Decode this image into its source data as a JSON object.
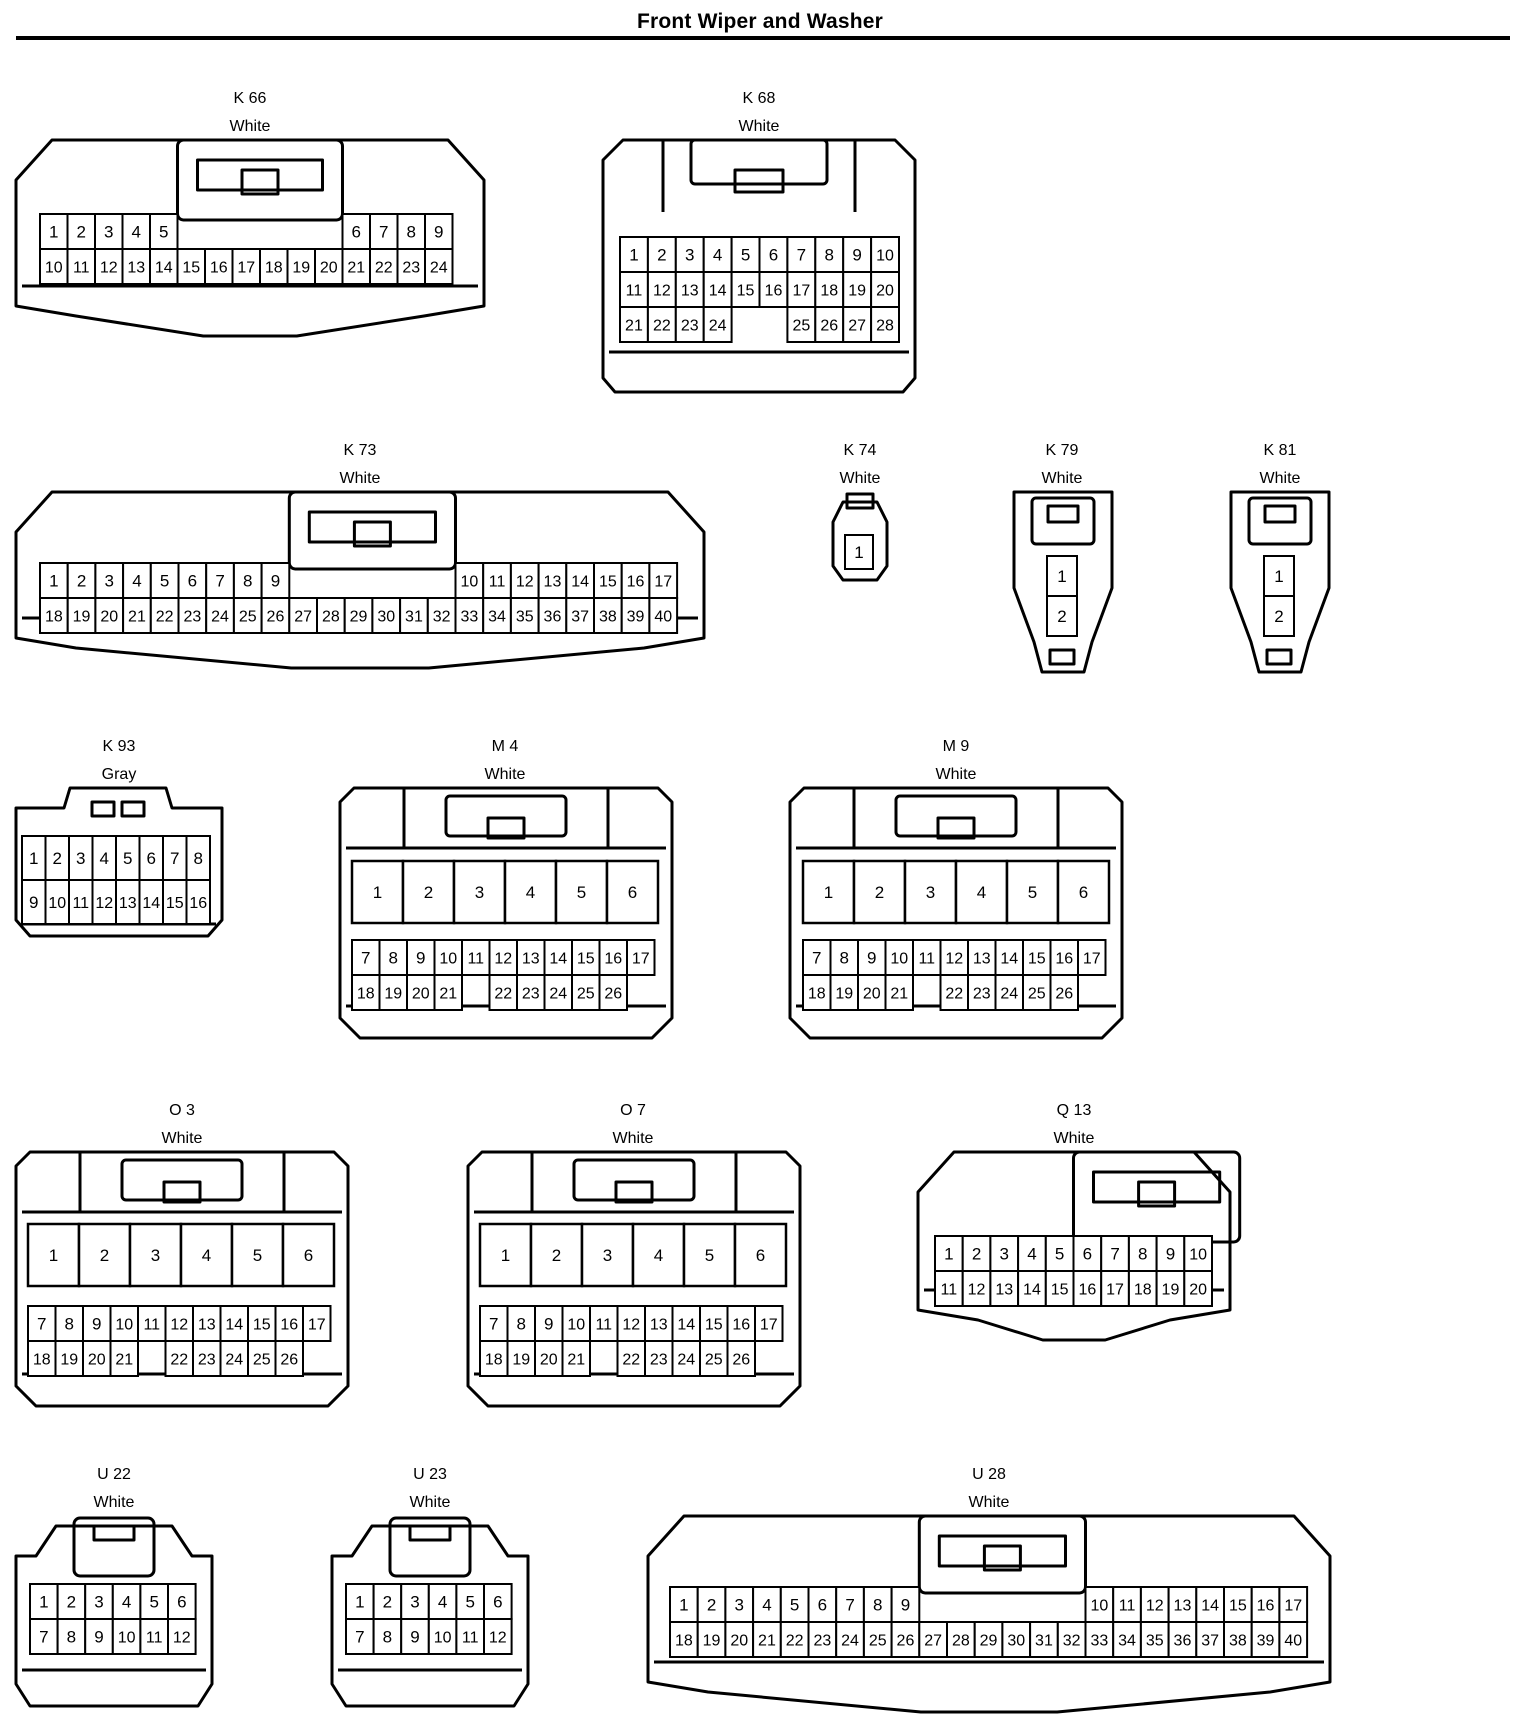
{
  "title": "Front Wiper and Washer",
  "connectors": [
    {
      "id": "K 66",
      "color": "White",
      "rows": [
        [
          "1",
          "2",
          "3",
          "4",
          "5",
          null,
          null,
          null,
          null,
          null,
          null,
          "6",
          "7",
          "8",
          "9"
        ],
        [
          "10",
          "11",
          "12",
          "13",
          "14",
          "15",
          "16",
          "17",
          "18",
          "19",
          "20",
          "21",
          "22",
          "23",
          "24"
        ]
      ]
    },
    {
      "id": "K 68",
      "color": "White",
      "rows": [
        [
          "1",
          "2",
          "3",
          "4",
          "5",
          "6",
          "7",
          "8",
          "9",
          "10"
        ],
        [
          "11",
          "12",
          "13",
          "14",
          "15",
          "16",
          "17",
          "18",
          "19",
          "20"
        ],
        [
          "21",
          "22",
          "23",
          "24",
          null,
          null,
          "25",
          "26",
          "27",
          "28"
        ]
      ]
    },
    {
      "id": "K 73",
      "color": "White",
      "rows": [
        [
          "1",
          "2",
          "3",
          "4",
          "5",
          "6",
          "7",
          "8",
          "9",
          null,
          null,
          null,
          null,
          null,
          null,
          "10",
          "11",
          "12",
          "13",
          "14",
          "15",
          "16",
          "17"
        ],
        [
          "18",
          "19",
          "20",
          "21",
          "22",
          "23",
          "24",
          "25",
          "26",
          "27",
          "28",
          "29",
          "30",
          "31",
          "32",
          "33",
          "34",
          "35",
          "36",
          "37",
          "38",
          "39",
          "40"
        ]
      ]
    },
    {
      "id": "K 74",
      "color": "White",
      "rows": [
        [
          "1"
        ]
      ]
    },
    {
      "id": "K 79",
      "color": "White",
      "rows": [
        [
          "1"
        ],
        [
          "2"
        ]
      ]
    },
    {
      "id": "K 81",
      "color": "White",
      "rows": [
        [
          "1"
        ],
        [
          "2"
        ]
      ]
    },
    {
      "id": "K 93",
      "color": "Gray",
      "rows": [
        [
          "1",
          "2",
          "3",
          "4",
          "5",
          "6",
          "7",
          "8"
        ],
        [
          "9",
          "10",
          "11",
          "12",
          "13",
          "14",
          "15",
          "16"
        ]
      ]
    },
    {
      "id": "M 4",
      "color": "White",
      "big": [
        "1",
        "2",
        "3",
        "4",
        "5",
        "6"
      ],
      "rows": [
        [
          "7",
          "8",
          "9",
          "10",
          "11",
          "12",
          "13",
          "14",
          "15",
          "16",
          "17"
        ],
        [
          "18",
          "19",
          "20",
          "21",
          null,
          "22",
          "23",
          "24",
          "25",
          "26"
        ]
      ]
    },
    {
      "id": "M 9",
      "color": "White",
      "big": [
        "1",
        "2",
        "3",
        "4",
        "5",
        "6"
      ],
      "rows": [
        [
          "7",
          "8",
          "9",
          "10",
          "11",
          "12",
          "13",
          "14",
          "15",
          "16",
          "17"
        ],
        [
          "18",
          "19",
          "20",
          "21",
          null,
          "22",
          "23",
          "24",
          "25",
          "26"
        ]
      ]
    },
    {
      "id": "O 3",
      "color": "White",
      "big": [
        "1",
        "2",
        "3",
        "4",
        "5",
        "6"
      ],
      "rows": [
        [
          "7",
          "8",
          "9",
          "10",
          "11",
          "12",
          "13",
          "14",
          "15",
          "16",
          "17"
        ],
        [
          "18",
          "19",
          "20",
          "21",
          null,
          "22",
          "23",
          "24",
          "25",
          "26"
        ]
      ]
    },
    {
      "id": "O 7",
      "color": "White",
      "big": [
        "1",
        "2",
        "3",
        "4",
        "5",
        "6"
      ],
      "rows": [
        [
          "7",
          "8",
          "9",
          "10",
          "11",
          "12",
          "13",
          "14",
          "15",
          "16",
          "17"
        ],
        [
          "18",
          "19",
          "20",
          "21",
          null,
          "22",
          "23",
          "24",
          "25",
          "26"
        ]
      ]
    },
    {
      "id": "Q 13",
      "color": "White",
      "rows": [
        [
          "1",
          "2",
          "3",
          "4",
          "5",
          "6",
          "7",
          "8",
          "9",
          "10"
        ],
        [
          "11",
          "12",
          "13",
          "14",
          "15",
          "16",
          "17",
          "18",
          "19",
          "20"
        ]
      ]
    },
    {
      "id": "U 22",
      "color": "White",
      "rows": [
        [
          "1",
          "2",
          "3",
          "4",
          "5",
          "6"
        ],
        [
          "7",
          "8",
          "9",
          "10",
          "11",
          "12"
        ]
      ]
    },
    {
      "id": "U 23",
      "color": "White",
      "rows": [
        [
          "1",
          "2",
          "3",
          "4",
          "5",
          "6"
        ],
        [
          "7",
          "8",
          "9",
          "10",
          "11",
          "12"
        ]
      ]
    },
    {
      "id": "U 28",
      "color": "White",
      "rows": [
        [
          "1",
          "2",
          "3",
          "4",
          "5",
          "6",
          "7",
          "8",
          "9",
          null,
          null,
          null,
          null,
          null,
          null,
          "10",
          "11",
          "12",
          "13",
          "14",
          "15",
          "16",
          "17"
        ],
        [
          "18",
          "19",
          "20",
          "21",
          "22",
          "23",
          "24",
          "25",
          "26",
          "27",
          "28",
          "29",
          "30",
          "31",
          "32",
          "33",
          "34",
          "35",
          "36",
          "37",
          "38",
          "39",
          "40"
        ]
      ]
    }
  ]
}
